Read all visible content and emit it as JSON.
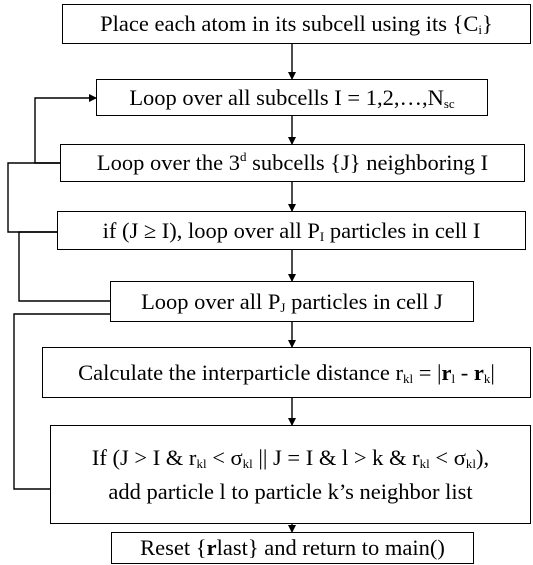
{
  "steps": [
    {
      "id": "place",
      "text": "Place each atom in its subcell using its {C",
      "sub": "i",
      "tail": "}"
    },
    {
      "id": "loop-subcells",
      "text": "Loop over all subcells I = 1,2,…,N",
      "sub": "sc",
      "tail": ""
    },
    {
      "id": "loop-neighbors",
      "pre": "Loop over the 3",
      "sup": "d",
      "text": " subcells {J} neighboring I"
    },
    {
      "id": "if-j-ge-i",
      "pre": "if (J ≥ I), loop over all P",
      "sub": "I",
      "text": " particles in cell I"
    },
    {
      "id": "loop-pj",
      "pre": "Loop over all P",
      "sub": "J",
      "text": " particles in cell J"
    },
    {
      "id": "calc-distance",
      "pre": "Calculate the interparticle distance r",
      "sub": "kl",
      "mid": " = |",
      "b1": "r",
      "sub2": "l",
      "mid2": " - ",
      "b2": "r",
      "sub3": "k",
      "tail": "|"
    },
    {
      "id": "if-condition",
      "line1": {
        "p1": "If (J > I & r",
        "s1": "kl",
        "p2": " < σ",
        "s2": "kl",
        "p3": "  || J = I & l > k & r",
        "s3": "kl",
        "p4": " < σ",
        "s4": "kl",
        "p5": "),"
      },
      "line2": "add particle l to particle k’s neighbor list"
    },
    {
      "id": "reset",
      "pre": "Reset {",
      "bold": "r",
      "text": "last} and return to main()"
    }
  ]
}
